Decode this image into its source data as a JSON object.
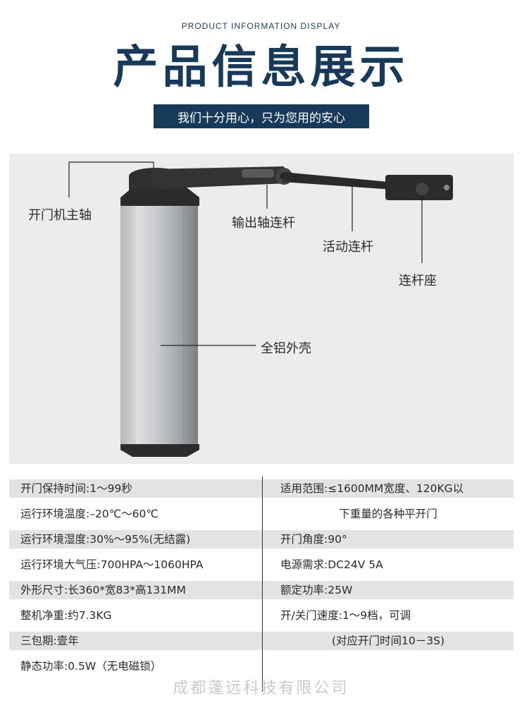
{
  "header": {
    "subtitle_en": "PRODUCT INFORMATION DISPLAY",
    "title": "产品信息展示",
    "slogan": "我们十分用心，只为您用的安心"
  },
  "callouts": {
    "main_shaft": "开门机主轴",
    "output_link": "输出轴连杆",
    "active_link": "活动连杆",
    "link_seat": "连杆座",
    "housing": "全铝外壳"
  },
  "specs": {
    "left": [
      "开门保持时间:1～99秒",
      "运行环境温度:–20℃～60℃",
      "运行环境湿度:30%～95%(无结露)",
      "运行环境大气压:700HPA～1060HPA",
      "外形尺寸:长360*宽83*高131MM",
      "整机净重:约7.3KG",
      "三包期:壹年",
      "静态功率:0.5W（无电磁锁）"
    ],
    "right": [
      "适用范围:≤1600MM宽度、120KG以",
      "下重量的各种平开门",
      "开门角度:90°",
      "电源需求:DC24V 5A",
      "额定功率:25W",
      "开/关门速度:1～9档，可调",
      "(对应开门时间10－3S)",
      ""
    ]
  },
  "footer": {
    "company": "成都蓬远科技有限公司"
  },
  "colors": {
    "brand_navy": "#17395a",
    "product_bg": "#ececec",
    "row_shade": "#e3e3e3"
  }
}
